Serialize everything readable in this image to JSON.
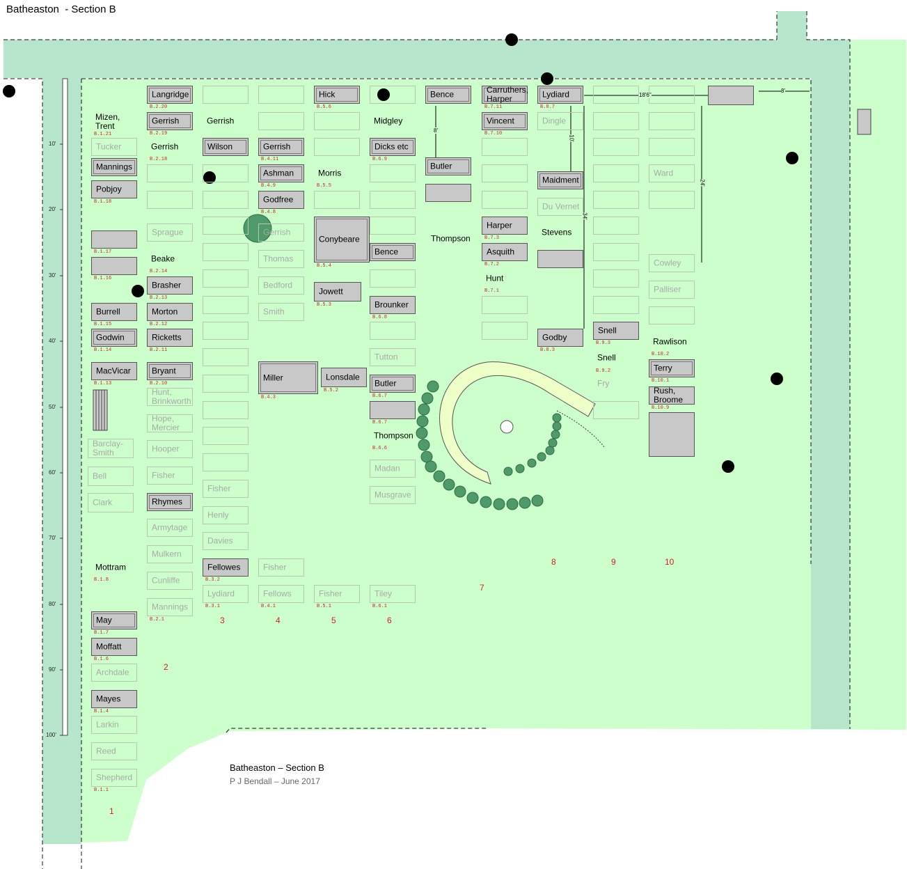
{
  "title": "Batheaston  - Section B",
  "credit": {
    "line1": "Batheaston – Section B",
    "line2": "P J Bendall – June 2017"
  },
  "colors": {
    "grass": "#ccffcc",
    "path": "#b8e6cc",
    "headstone": "#c8c8c8",
    "outline": "#b7c7b2",
    "ref": "#cc2222",
    "tree": "#4e9a6a",
    "crescent": "#eeffc8"
  },
  "scale_ticks": [
    "10'",
    "20'",
    "30'",
    "40'",
    "50'",
    "60'",
    "70'",
    "80'",
    "90'",
    "100'"
  ],
  "row_numbers": [
    "1",
    "2",
    "3",
    "4",
    "5",
    "6",
    "7",
    "8",
    "9",
    "10"
  ],
  "dimensions": [
    "8'",
    "10'",
    "18'6\"",
    "8'",
    "24'",
    "34'"
  ],
  "graves": [
    {
      "name": "Mizen,\nTrent",
      "style": "nf",
      "ref": "B.1.21"
    },
    {
      "name": "Tucker",
      "style": "h"
    },
    {
      "name": "Mannings",
      "style": "hd"
    },
    {
      "name": "Pobjoy",
      "style": "hb",
      "ref": "B.1.18"
    },
    {
      "name": "",
      "style": "hb",
      "ref": "B.1.17"
    },
    {
      "name": "",
      "style": "hb",
      "ref": "B.1.16"
    },
    {
      "name": "Burrell",
      "style": "hb",
      "ref": "B.1.15"
    },
    {
      "name": "Godwin",
      "style": "hd",
      "ref": "B.1.14"
    },
    {
      "name": "MacVicar",
      "style": "hb",
      "ref": "B.1.13"
    },
    {
      "name": "Barclay-\nSmith",
      "style": "h"
    },
    {
      "name": "Bell",
      "style": "h"
    },
    {
      "name": "Clark",
      "style": "h"
    },
    {
      "name": "Mottram",
      "style": "nf",
      "ref": "B.1.8"
    },
    {
      "name": "May",
      "style": "hd",
      "ref": "B.1.7"
    },
    {
      "name": "Moffatt",
      "style": "hb",
      "ref": "B.1.6"
    },
    {
      "name": "Archdale",
      "style": "h"
    },
    {
      "name": "Mayes",
      "style": "hb",
      "ref": "B.1.4"
    },
    {
      "name": "Larkin",
      "style": "h"
    },
    {
      "name": "Reed",
      "style": "h"
    },
    {
      "name": "Shepherd",
      "style": "h",
      "ref": "B.1.1"
    },
    {
      "name": "Langridge",
      "style": "hd",
      "ref": "B.2.20"
    },
    {
      "name": "Gerrish",
      "style": "hd",
      "ref": "B.2.19"
    },
    {
      "name": "Gerrish",
      "style": "nf",
      "ref": "B.2.18"
    },
    {
      "name": "",
      "style": "h"
    },
    {
      "name": "",
      "style": "h"
    },
    {
      "name": "Sprague",
      "style": "h"
    },
    {
      "name": "Beake",
      "style": "nf",
      "ref": "B.2.14"
    },
    {
      "name": "Brasher",
      "style": "hb",
      "ref": "B.2.13"
    },
    {
      "name": "Morton",
      "style": "hb",
      "ref": "B.2.12"
    },
    {
      "name": "Ricketts",
      "style": "hb",
      "ref": "B.2.11"
    },
    {
      "name": "Bryant",
      "style": "hd",
      "ref": "B.2.10"
    },
    {
      "name": "Hunt,\nBrinkworth",
      "style": "h"
    },
    {
      "name": "Hope,\nMercier",
      "style": "h"
    },
    {
      "name": "Hooper",
      "style": "h"
    },
    {
      "name": "Fisher",
      "style": "h"
    },
    {
      "name": "Rhymes",
      "style": "hd"
    },
    {
      "name": "Armytage",
      "style": "h"
    },
    {
      "name": "Mulkern",
      "style": "h"
    },
    {
      "name": "Cunliffe",
      "style": "h"
    },
    {
      "name": "Mannings",
      "style": "h",
      "ref": "B.2.1"
    },
    {
      "name": "",
      "style": "h"
    },
    {
      "name": "Gerrish",
      "style": "nf"
    },
    {
      "name": "Wilson",
      "style": "hd"
    },
    {
      "name": "",
      "style": "h"
    },
    {
      "name": "",
      "style": "h"
    },
    {
      "name": "",
      "style": "h"
    },
    {
      "name": "",
      "style": "h"
    },
    {
      "name": "",
      "style": "h"
    },
    {
      "name": "",
      "style": "h"
    },
    {
      "name": "",
      "style": "h"
    },
    {
      "name": "",
      "style": "h"
    },
    {
      "name": "",
      "style": "h"
    },
    {
      "name": "",
      "style": "h"
    },
    {
      "name": "",
      "style": "h"
    },
    {
      "name": "",
      "style": "h"
    },
    {
      "name": "Fisher",
      "style": "h"
    },
    {
      "name": "Henly",
      "style": "h"
    },
    {
      "name": "Davies",
      "style": "h"
    },
    {
      "name": "Fellowes",
      "style": "hb",
      "ref": "B.3.2"
    },
    {
      "name": "Lydiard",
      "style": "h",
      "ref": "B.3.1"
    },
    {
      "name": "",
      "style": "h"
    },
    {
      "name": "",
      "style": "h"
    },
    {
      "name": "Gerrish",
      "style": "hd",
      "ref": "B.4.11"
    },
    {
      "name": "Ashman",
      "style": "hd",
      "ref": "B.4.9"
    },
    {
      "name": "Godfree",
      "style": "hb",
      "ref": "B.4.8"
    },
    {
      "name": "Gerrish",
      "style": "h"
    },
    {
      "name": "Thomas",
      "style": "h"
    },
    {
      "name": "Bedford",
      "style": "h"
    },
    {
      "name": "Smith",
      "style": "h"
    },
    {
      "name": "Miller",
      "style": "hd",
      "ref": "B.4.3"
    },
    {
      "name": "Fisher",
      "style": "h"
    },
    {
      "name": "Fellows",
      "style": "h",
      "ref": "B.4.1"
    },
    {
      "name": "Hick",
      "style": "hd",
      "ref": "B.5.6"
    },
    {
      "name": "",
      "style": "h"
    },
    {
      "name": "",
      "style": "h"
    },
    {
      "name": "Morris",
      "style": "nf",
      "ref": "B.5.5"
    },
    {
      "name": "",
      "style": "h"
    },
    {
      "name": "Conybeare",
      "style": "hd",
      "ref": "B.5.4"
    },
    {
      "name": "Jowett",
      "style": "hb",
      "ref": "B.5.3"
    },
    {
      "name": "Lonsdale",
      "style": "hb",
      "ref": "B.5.2"
    },
    {
      "name": "Fisher",
      "style": "h",
      "ref": "B.5.1"
    },
    {
      "name": "",
      "style": "h"
    },
    {
      "name": "Midgley",
      "style": "nf"
    },
    {
      "name": "Dicks etc",
      "style": "hd",
      "ref": "B.6.9"
    },
    {
      "name": "",
      "style": "h"
    },
    {
      "name": "",
      "style": "h"
    },
    {
      "name": "",
      "style": "h"
    },
    {
      "name": "Bence",
      "style": "hd"
    },
    {
      "name": "",
      "style": "h"
    },
    {
      "name": "Brounker",
      "style": "hb",
      "ref": "B.6.8"
    },
    {
      "name": "",
      "style": "h"
    },
    {
      "name": "Tutton",
      "style": "h"
    },
    {
      "name": "Butler",
      "style": "hd",
      "ref": "B.6.7"
    },
    {
      "name": "",
      "style": "hb",
      "ref": "B.6.7"
    },
    {
      "name": "Thompson",
      "style": "nf",
      "ref": "B.6.6"
    },
    {
      "name": "Madan",
      "style": "h"
    },
    {
      "name": "Musgrave",
      "style": "h"
    },
    {
      "name": "Tiley",
      "style": "h",
      "ref": "B.6.1"
    },
    {
      "name": "Bence",
      "style": "hd"
    },
    {
      "name": "Butler",
      "style": "hd"
    },
    {
      "name": "",
      "style": "hb"
    },
    {
      "name": "Thompson",
      "style": "nf"
    },
    {
      "name": "Carruthers,\nHarper",
      "style": "hd",
      "ref": "B.7.11"
    },
    {
      "name": "Vincent",
      "style": "hd",
      "ref": "B.7.10"
    },
    {
      "name": "",
      "style": "h"
    },
    {
      "name": "",
      "style": "h"
    },
    {
      "name": "",
      "style": "h"
    },
    {
      "name": "Harper",
      "style": "hb",
      "ref": "B.7.3"
    },
    {
      "name": "Asquith",
      "style": "hb",
      "ref": "B.7.2"
    },
    {
      "name": "Hunt",
      "style": "nf",
      "ref": "B.7.1"
    },
    {
      "name": "",
      "style": "h"
    },
    {
      "name": "",
      "style": "h"
    },
    {
      "name": "Lydiard",
      "style": "hd",
      "ref": "B.8.7"
    },
    {
      "name": "Dingle",
      "style": "h"
    },
    {
      "name": "Maidment",
      "style": "hd"
    },
    {
      "name": "Du Vernet",
      "style": "h"
    },
    {
      "name": "Stevens",
      "style": "nf"
    },
    {
      "name": "",
      "style": "hb"
    },
    {
      "name": "Godby",
      "style": "hb",
      "ref": "B.8.3"
    },
    {
      "name": "",
      "style": "h"
    },
    {
      "name": "",
      "style": "h"
    },
    {
      "name": "",
      "style": "h"
    },
    {
      "name": "",
      "style": "h"
    },
    {
      "name": "",
      "style": "h"
    },
    {
      "name": "",
      "style": "h"
    },
    {
      "name": "",
      "style": "h"
    },
    {
      "name": "",
      "style": "h"
    },
    {
      "name": "",
      "style": "h"
    },
    {
      "name": "Snell",
      "style": "hb",
      "ref": "B.9.3"
    },
    {
      "name": "Snell",
      "style": "nf",
      "ref": "B.9.2"
    },
    {
      "name": "Fry",
      "style": "nfg"
    },
    {
      "name": "",
      "style": "h"
    },
    {
      "name": "",
      "style": "h"
    },
    {
      "name": "",
      "style": "h"
    },
    {
      "name": "",
      "style": "h"
    },
    {
      "name": "Ward",
      "style": "h"
    },
    {
      "name": "",
      "style": "h"
    },
    {
      "name": "Cowley",
      "style": "h"
    },
    {
      "name": "Palliser",
      "style": "h"
    },
    {
      "name": "",
      "style": "h"
    },
    {
      "name": "Rawlison",
      "style": "nf",
      "ref": "B.10.2"
    },
    {
      "name": "Terry",
      "style": "hd",
      "ref": "B.10.1"
    },
    {
      "name": "Rush,\nBroome",
      "style": "hb",
      "ref": "B.10.9"
    },
    {
      "name": "",
      "style": "hb"
    },
    {
      "name": "",
      "style": "hb"
    }
  ]
}
